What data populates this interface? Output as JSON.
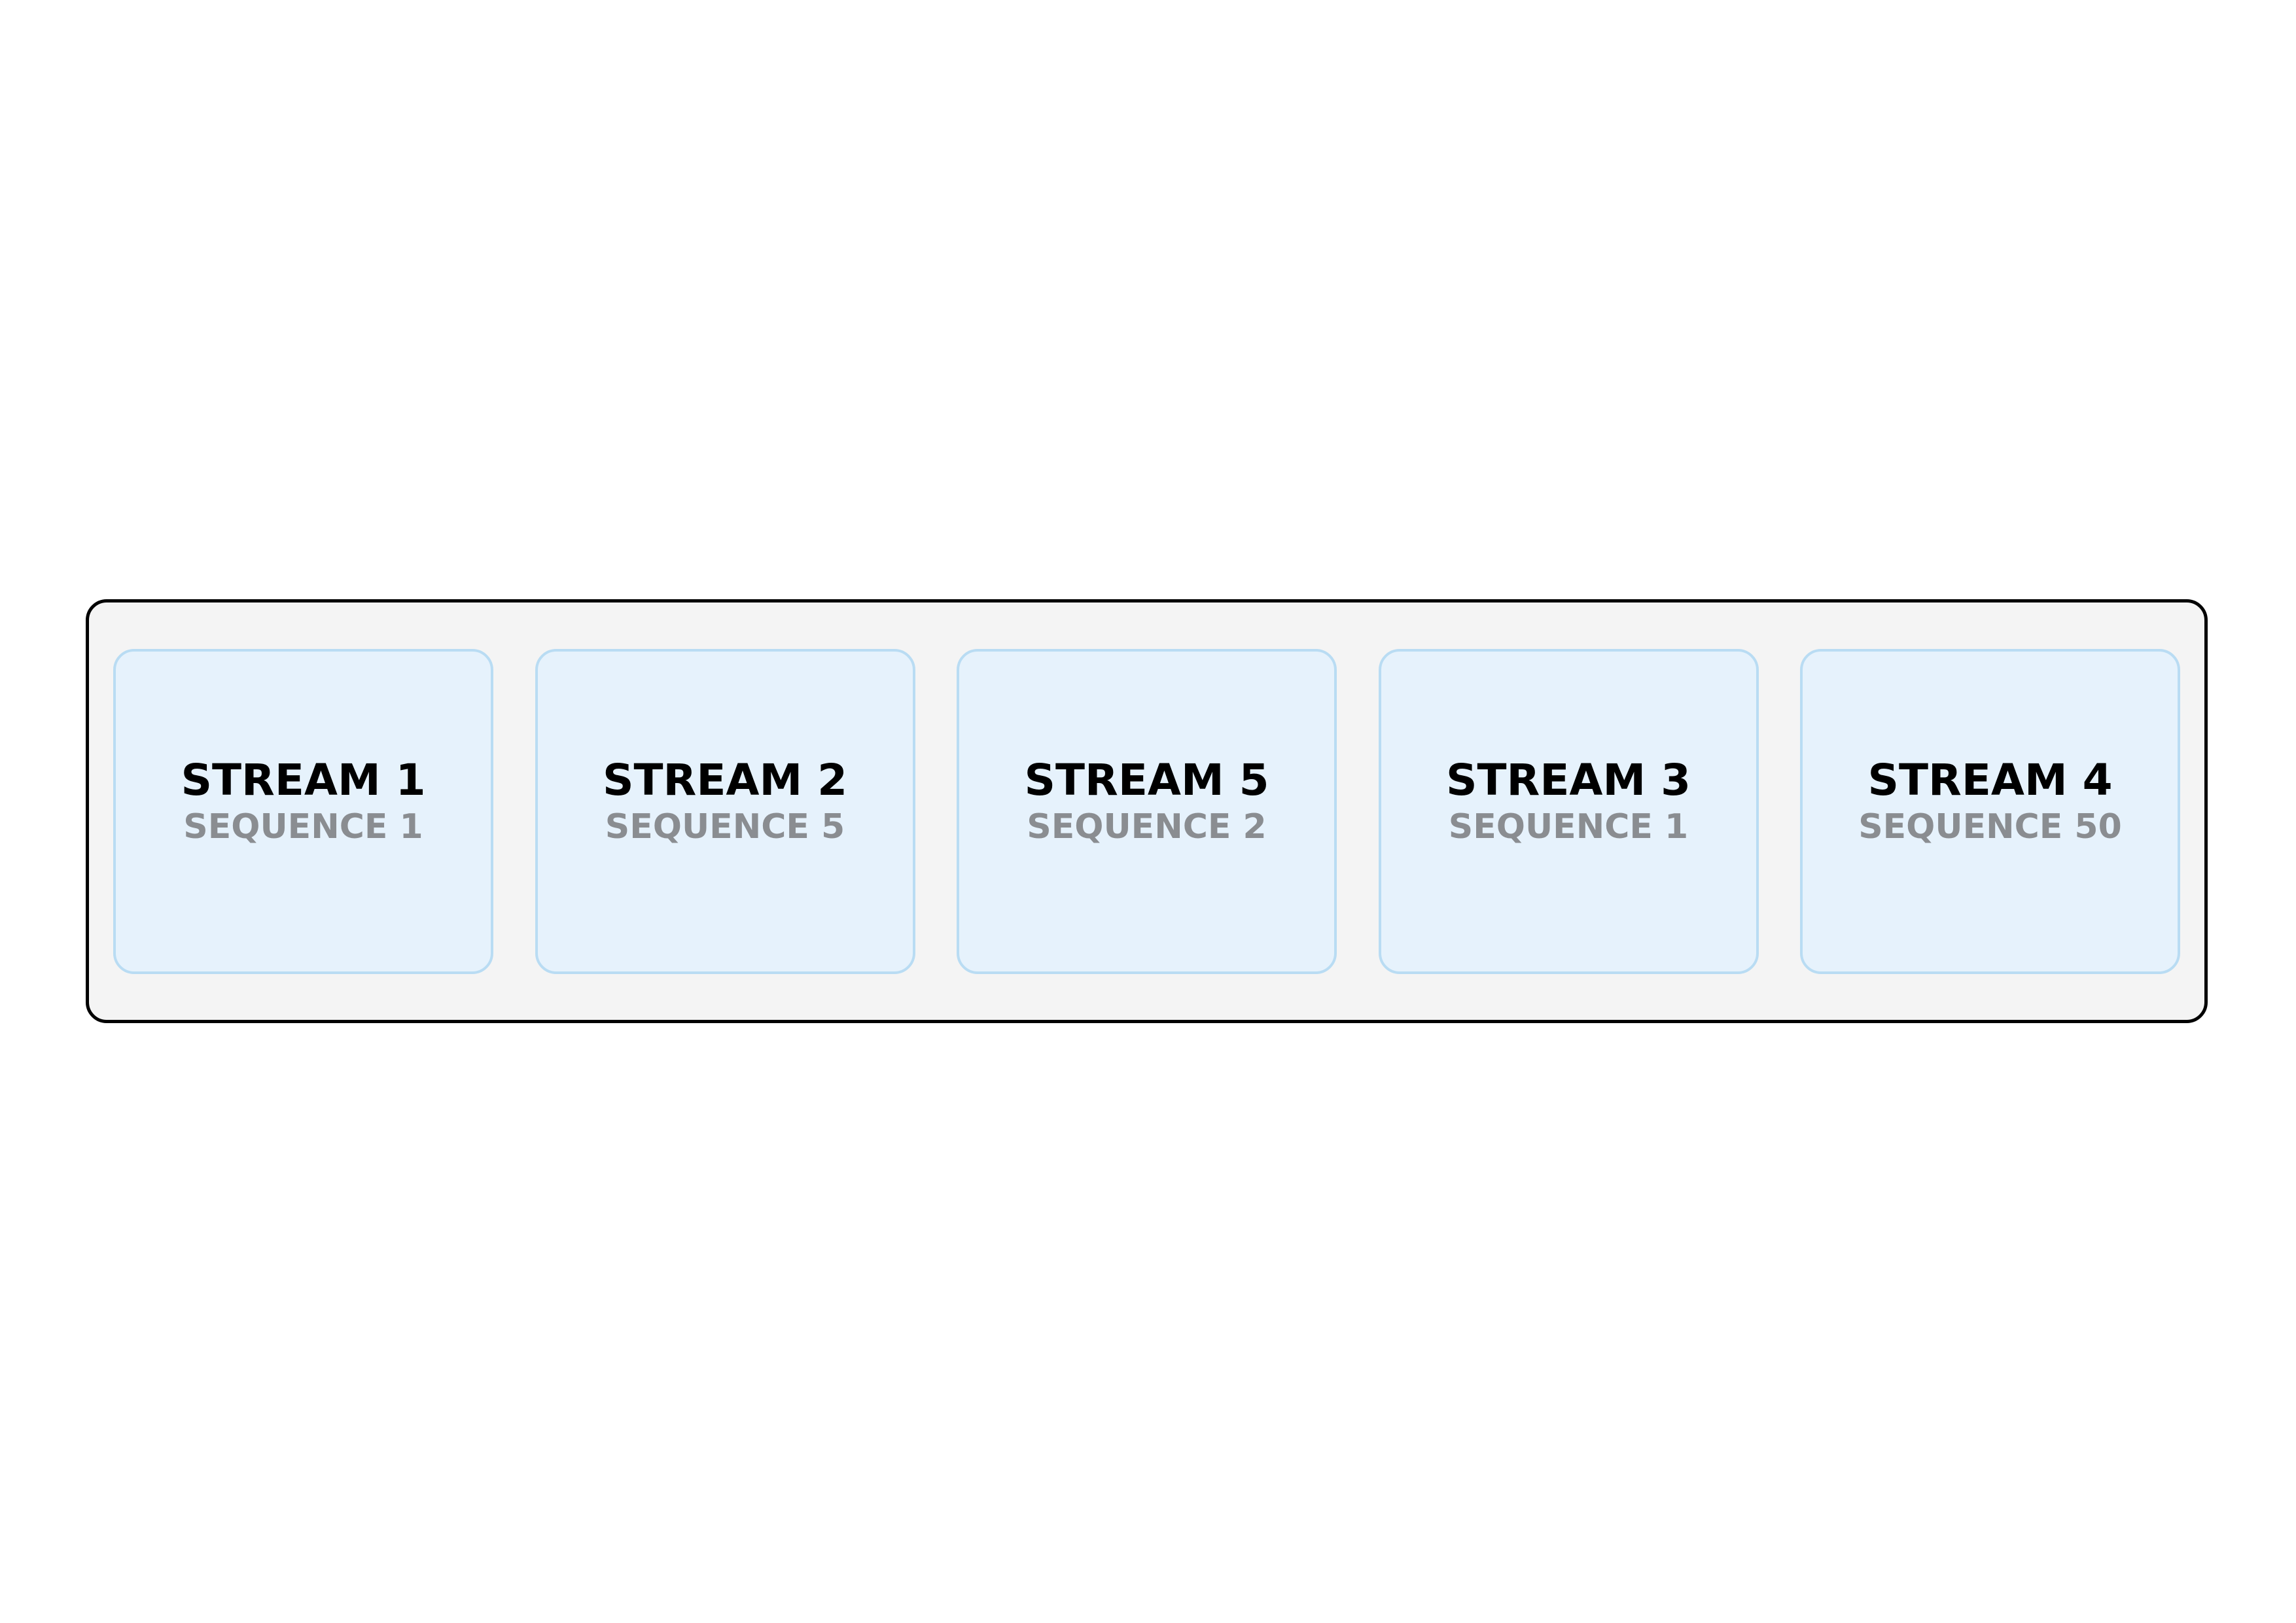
{
  "streams": [
    {
      "title": "STREAM 1",
      "sequence": "SEQUENCE 1"
    },
    {
      "title": "STREAM 2",
      "sequence": "SEQUENCE 5"
    },
    {
      "title": "STREAM 5",
      "sequence": "SEQUENCE 2"
    },
    {
      "title": "STREAM 3",
      "sequence": "SEQUENCE 1"
    },
    {
      "title": "STREAM 4",
      "sequence": "SEQUENCE 50"
    }
  ],
  "colors": {
    "container_bg": "#f4f4f4",
    "container_border": "#000000",
    "card_bg": "#e6f2fc",
    "card_border": "#b9dcf3",
    "title_text": "#000000",
    "sequence_text": "#8a8d91"
  }
}
